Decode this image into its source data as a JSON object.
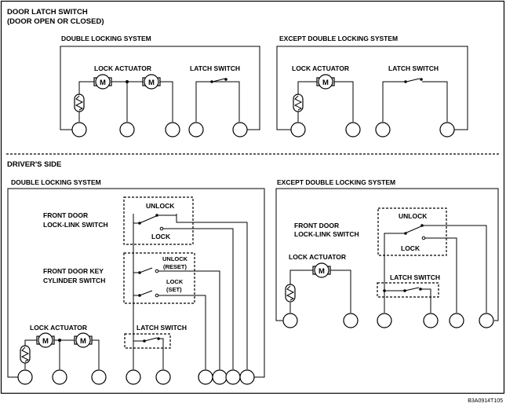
{
  "section1": {
    "title_line1": "DOOR LATCH SWITCH",
    "title_line2": "(DOOR OPEN OR CLOSED)",
    "left": {
      "title": "DOUBLE LOCKING SYSTEM",
      "lock_actuator": "LOCK ACTUATOR",
      "latch_switch": "LATCH SWITCH"
    },
    "right": {
      "title": "EXCEPT DOUBLE LOCKING SYSTEM",
      "lock_actuator": "LOCK ACTUATOR",
      "latch_switch": "LATCH SWITCH"
    }
  },
  "section2": {
    "title": "DRIVER'S SIDE",
    "left": {
      "title": "DOUBLE LOCKING SYSTEM",
      "lock_link_1": "FRONT DOOR",
      "lock_link_2": "LOCK-LINK SWITCH",
      "unlock": "UNLOCK",
      "lock": "LOCK",
      "key_cyl_1": "FRONT DOOR KEY",
      "key_cyl_2": "CYLINDER SWITCH",
      "unlock_reset_1": "UNLOCK",
      "unlock_reset_2": "(RESET)",
      "lock_set_1": "LOCK",
      "lock_set_2": "(SET)",
      "lock_actuator": "LOCK ACTUATOR",
      "latch_switch": "LATCH SWITCH"
    },
    "right": {
      "title": "EXCEPT DOUBLE LOCKING SYSTEM",
      "lock_link_1": "FRONT DOOR",
      "lock_link_2": "LOCK-LINK SWITCH",
      "unlock": "UNLOCK",
      "lock": "LOCK",
      "lock_actuator": "LOCK ACTUATOR",
      "latch_switch": "LATCH SWITCH"
    }
  },
  "symbols": {
    "motor": "M"
  },
  "code": "B3A0914T105"
}
